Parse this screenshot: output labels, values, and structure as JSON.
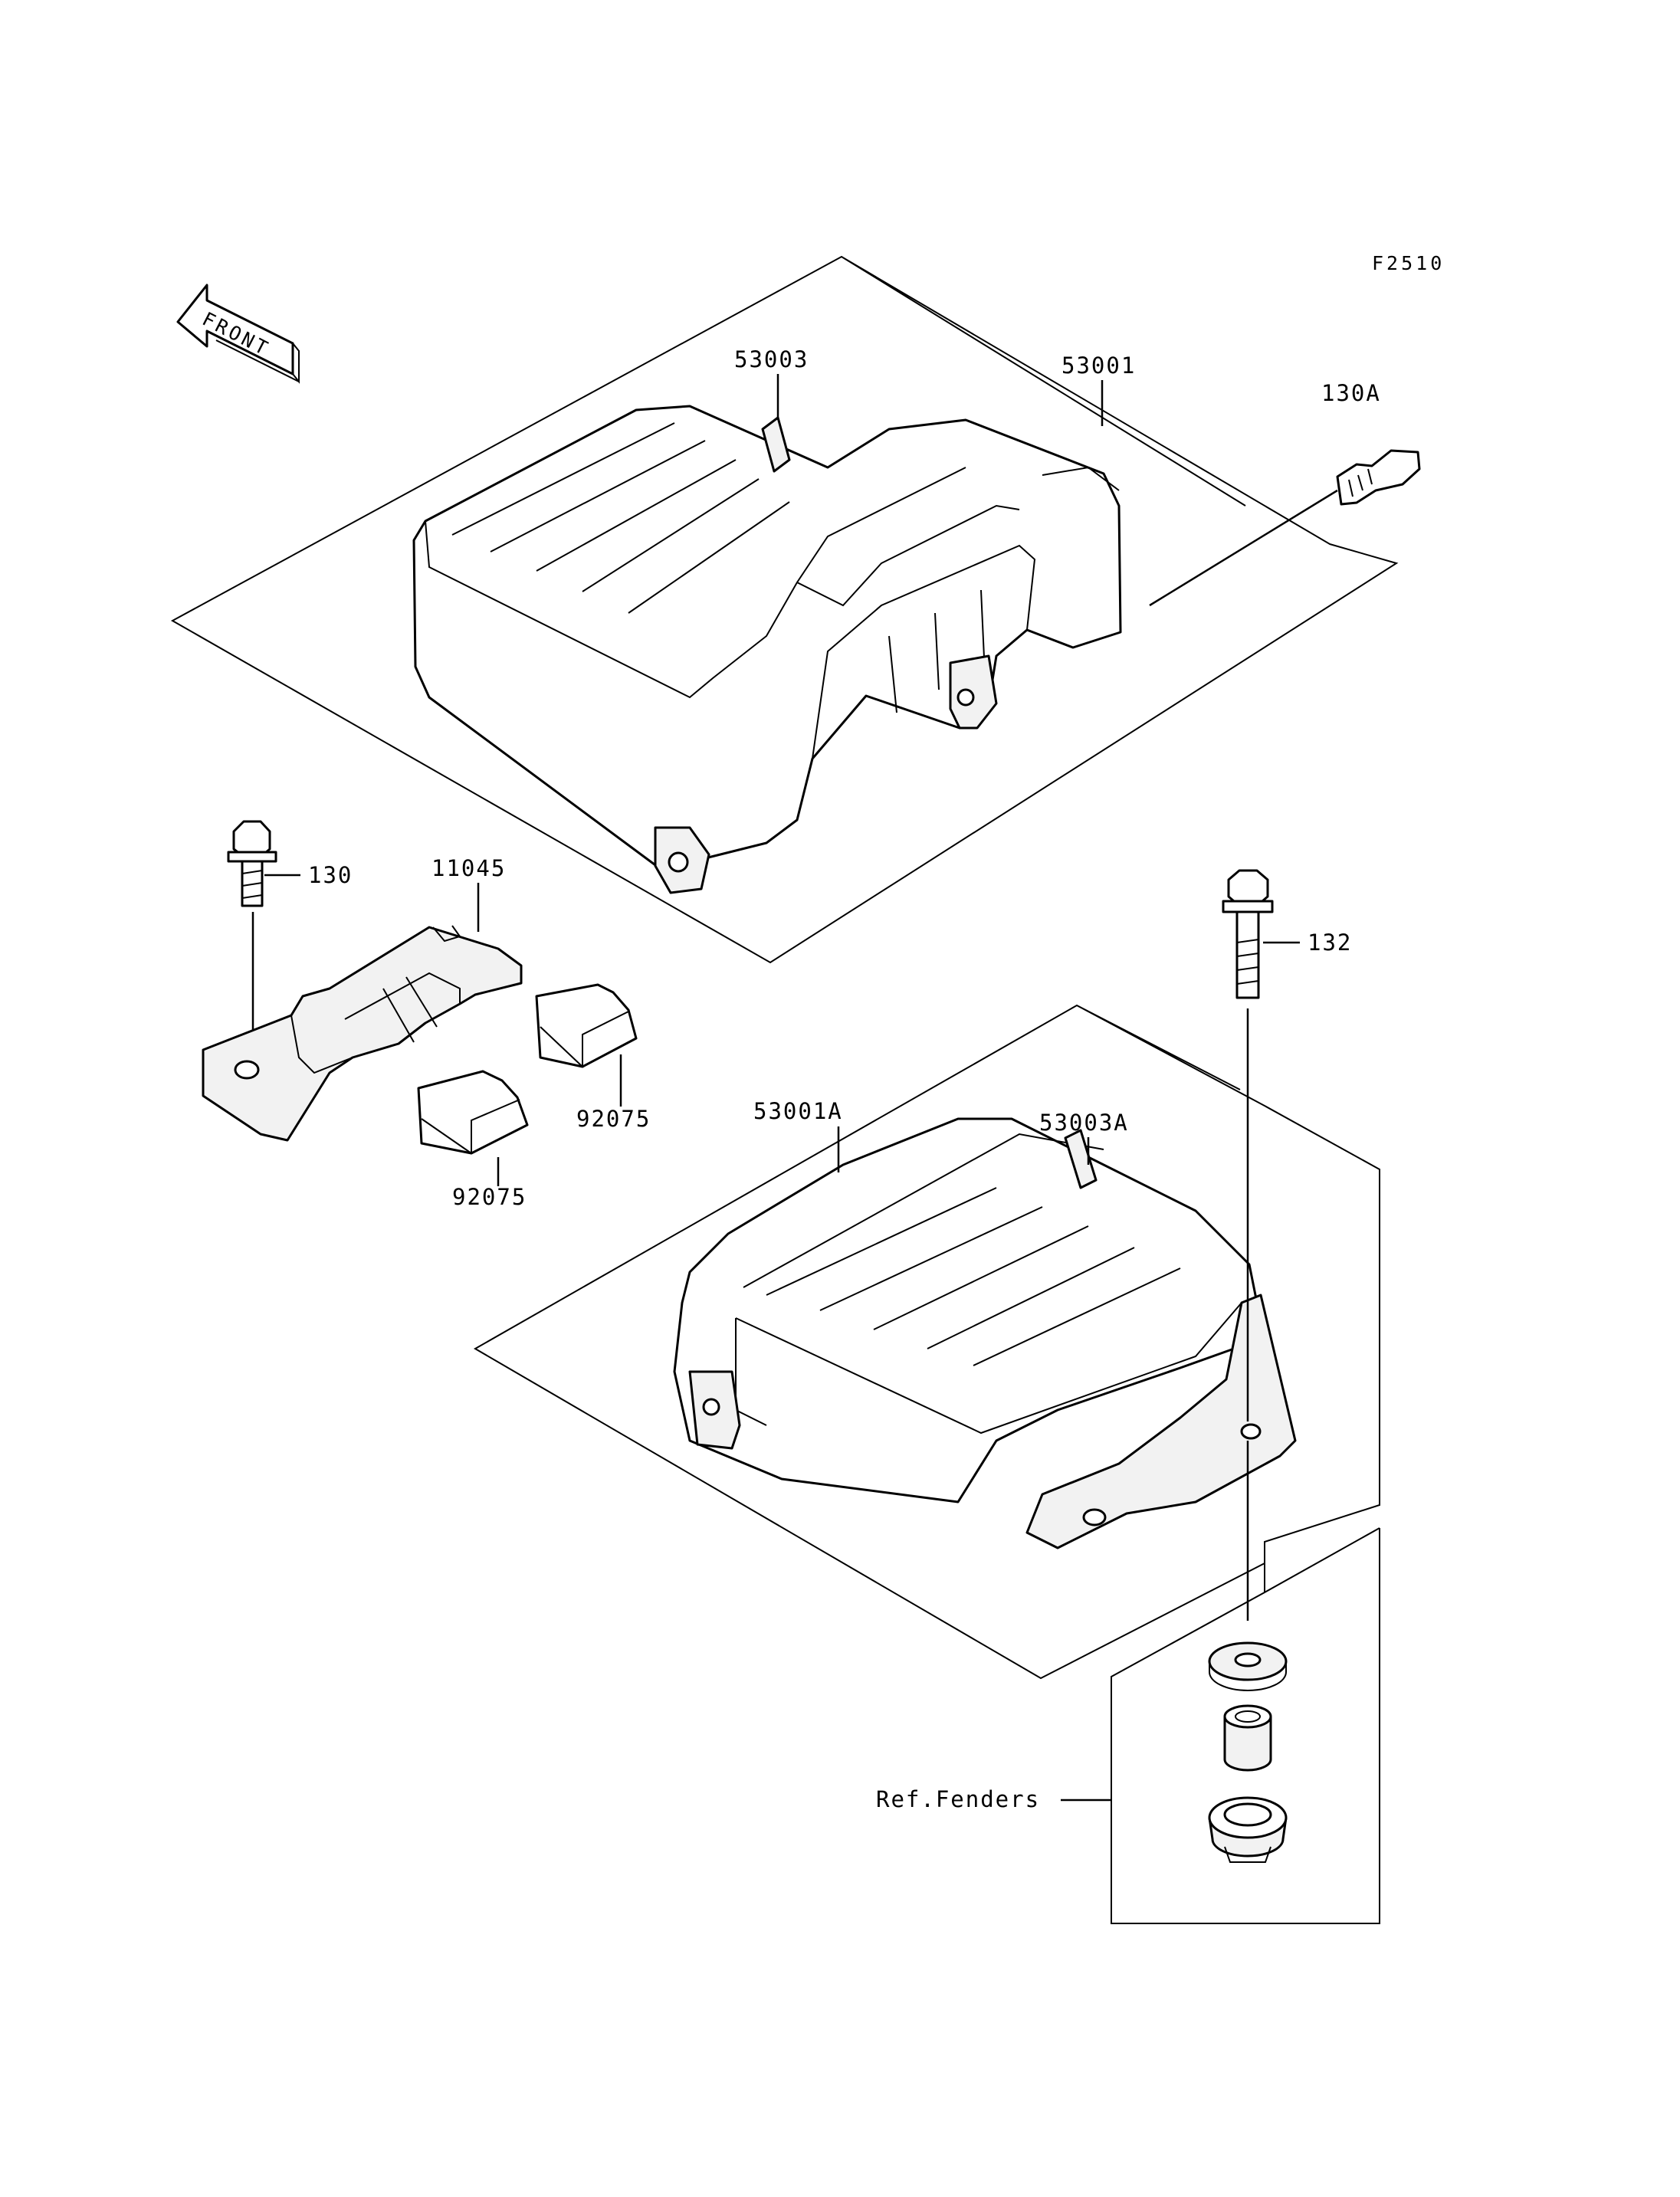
{
  "figure_id": "F2510",
  "front_arrow_label": "FRONT",
  "callouts": {
    "c53003": "53003",
    "c53001": "53001",
    "c130A": "130A",
    "c130": "130",
    "c11045": "11045",
    "c132": "132",
    "c53001A": "53001A",
    "c53003A": "53003A",
    "c92075a": "92075",
    "c92075b": "92075",
    "ref_fenders": "Ref.Fenders"
  }
}
